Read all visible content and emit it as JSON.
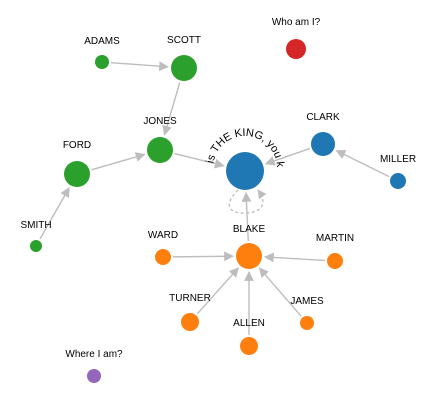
{
  "colors": {
    "green": "#2ca02c",
    "blue": "#1f77b4",
    "orange": "#ff7f0e",
    "red": "#d62728",
    "purple": "#9467bd",
    "edge": "#bdbdbd"
  },
  "nodes": [
    {
      "id": "adams",
      "label": "ADAMS",
      "color": "green"
    },
    {
      "id": "scott",
      "label": "SCOTT",
      "color": "green"
    },
    {
      "id": "jones",
      "label": "JONES",
      "color": "green"
    },
    {
      "id": "ford",
      "label": "FORD",
      "color": "green"
    },
    {
      "id": "smith",
      "label": "SMITH",
      "color": "green"
    },
    {
      "id": "king",
      "label": "",
      "color": "blue"
    },
    {
      "id": "clark",
      "label": "CLARK",
      "color": "blue"
    },
    {
      "id": "miller",
      "label": "MILLER",
      "color": "blue"
    },
    {
      "id": "blake",
      "label": "BLAKE",
      "color": "orange"
    },
    {
      "id": "ward",
      "label": "WARD",
      "color": "orange"
    },
    {
      "id": "martin",
      "label": "MARTIN",
      "color": "orange"
    },
    {
      "id": "turner",
      "label": "TURNER",
      "color": "orange"
    },
    {
      "id": "james",
      "label": "JAMES",
      "color": "orange"
    },
    {
      "id": "allen",
      "label": "ALLEN",
      "color": "orange"
    },
    {
      "id": "whoami",
      "label": "Who am I?",
      "color": "red"
    },
    {
      "id": "whereami",
      "label": "Where I am?",
      "color": "purple"
    }
  ],
  "edges": [
    {
      "from": "adams",
      "to": "scott"
    },
    {
      "from": "scott",
      "to": "jones"
    },
    {
      "from": "smith",
      "to": "ford"
    },
    {
      "from": "ford",
      "to": "jones"
    },
    {
      "from": "jones",
      "to": "king"
    },
    {
      "from": "clark",
      "to": "king"
    },
    {
      "from": "miller",
      "to": "clark"
    },
    {
      "from": "blake",
      "to": "king"
    },
    {
      "from": "ward",
      "to": "blake"
    },
    {
      "from": "martin",
      "to": "blake"
    },
    {
      "from": "turner",
      "to": "blake"
    },
    {
      "from": "james",
      "to": "blake"
    },
    {
      "from": "allen",
      "to": "blake"
    }
  ],
  "self_loop": {
    "node": "king"
  },
  "king_caption": "KING is THE KING, you know?"
}
